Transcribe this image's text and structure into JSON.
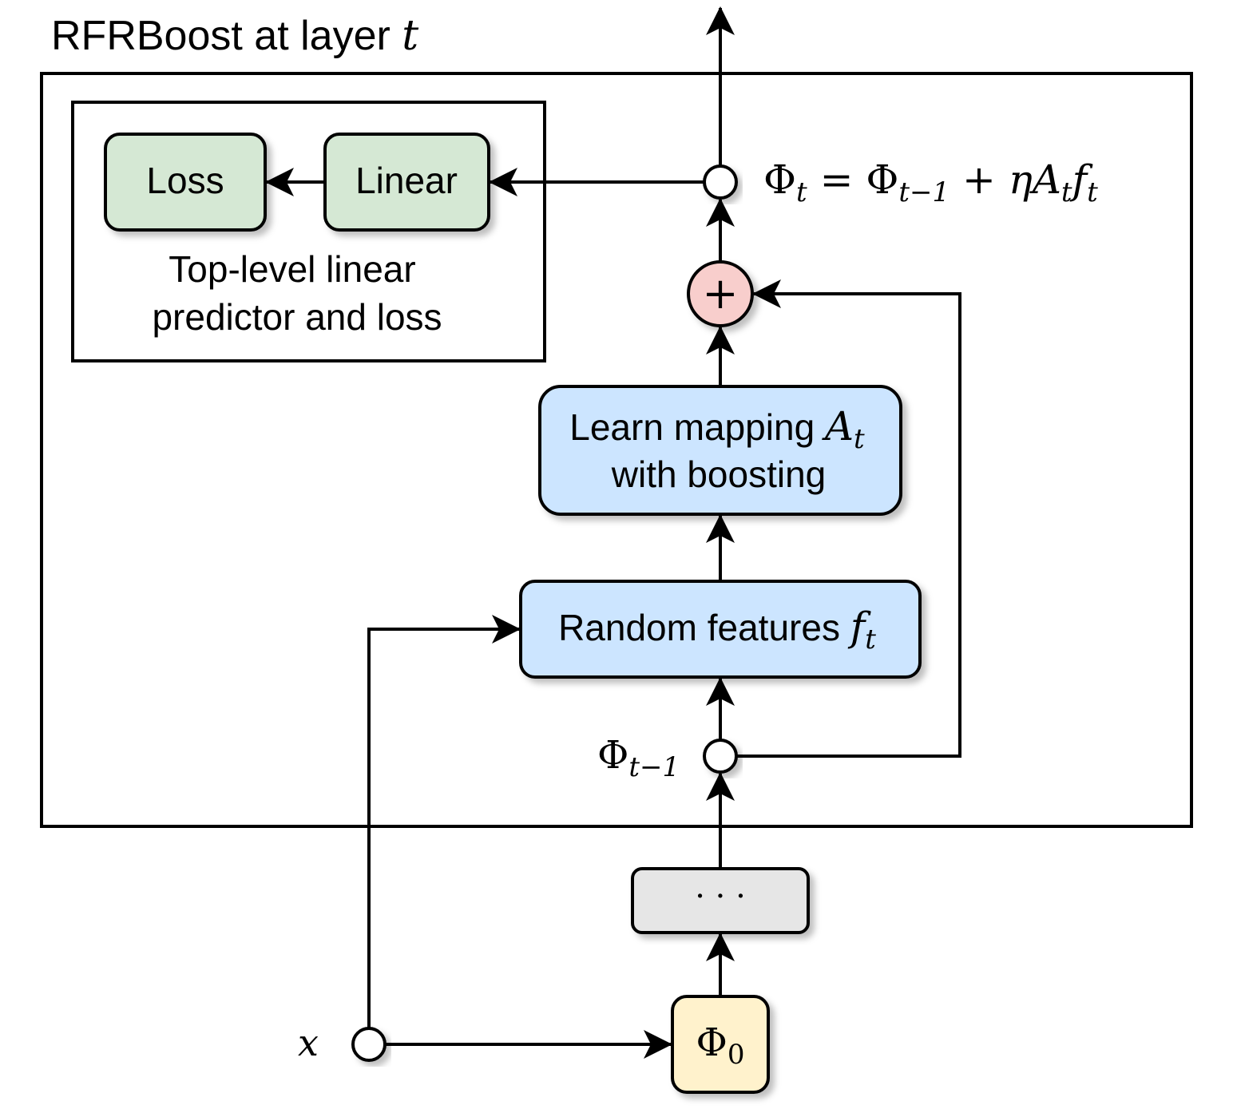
{
  "title": {
    "text": "RFRBoost at layer ",
    "var": "t"
  },
  "top_panel": {
    "loss_label": "Loss",
    "linear_label": "Linear",
    "caption_line1": "Top-level linear",
    "caption_line2": "predictor and loss"
  },
  "learn_box": {
    "line1": "Learn mapping ",
    "line1_var": "A",
    "line1_sub": "t",
    "line2": "with boosting"
  },
  "rf_box": {
    "text": "Random features ",
    "var": "f",
    "sub": "t"
  },
  "ellipsis_box": {
    "text": "· · ·"
  },
  "phi0_box": {
    "sym": "Φ",
    "sub": "0"
  },
  "labels": {
    "x": "x",
    "phi_prev_sym": "Φ",
    "phi_prev_sub": "t−1",
    "plus": "+"
  },
  "equation": {
    "lhs_sym": "Φ",
    "lhs_sub": "t",
    "eq": " = ",
    "rhs1_sym": "Φ",
    "rhs1_sub": "t−1",
    "plus": " + ",
    "eta": "η",
    "A": "A",
    "A_sub": "t",
    "f": "f",
    "f_sub": "t"
  },
  "colors": {
    "green_fill": "#d5e8d4",
    "blue_fill": "#cce5ff",
    "gray_fill": "#e6e6e6",
    "yellow_fill": "#fff2cc",
    "plus_fill": "#f8cecc",
    "stroke": "#000000"
  }
}
